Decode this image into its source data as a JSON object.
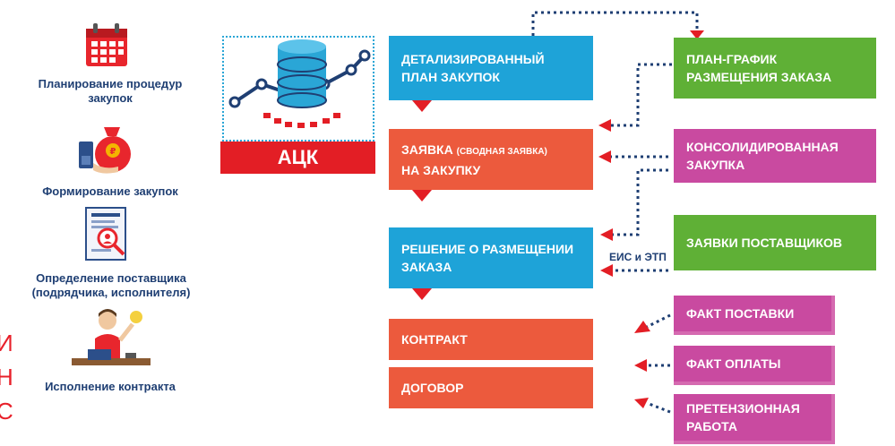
{
  "left_steps": [
    {
      "label": "Планирование процедур закупок",
      "icon": "calendar-icon"
    },
    {
      "label": "Формирование закупок",
      "icon": "money-bag-icon"
    },
    {
      "label": "Определение поставщика (подрядчика, исполнителя)",
      "icon": "document-search-icon"
    },
    {
      "label": "Исполнение контракта",
      "icon": "person-at-desk-icon"
    }
  ],
  "cut_letters": [
    "И",
    "Н",
    "С"
  ],
  "ack": {
    "label": "АЦК"
  },
  "center_boxes": {
    "plan": "ДЕТАЛИЗИРОВАННЫЙ ПЛАН ЗАКУПОК",
    "request_main": "ЗАЯВКА",
    "request_small": "(СВОДНАЯ ЗАЯВКА)",
    "request_rest": "НА ЗАКУПКУ",
    "decision": "РЕШЕНИЕ О РАЗМЕЩЕНИИ ЗАКАЗА",
    "contract": "КОНТРАКТ",
    "agreement": "ДОГОВОР"
  },
  "right_boxes": {
    "schedule": "ПЛАН-ГРАФИК РАЗМЕЩЕНИЯ ЗАКАЗА",
    "consolidated": "КОНСОЛИДИРОВАННАЯ ЗАКУПКА",
    "supplier_bids": "ЗАЯВКИ ПОСТАВЩИКОВ",
    "delivery_fact": "ФАКТ ПОСТАВКИ",
    "payment_fact": "ФАКТ ОПЛАТЫ",
    "claims": "ПРЕТЕНЗИОННАЯ РАБОТА"
  },
  "eis_label": "ЕИС и ЭТП",
  "colors": {
    "blue": "#1ea3d8",
    "red": "#ec5a3d",
    "green": "#5fb036",
    "pink": "#c94aa0",
    "arrow": "#e31e25",
    "dots": "#1f3f73"
  }
}
